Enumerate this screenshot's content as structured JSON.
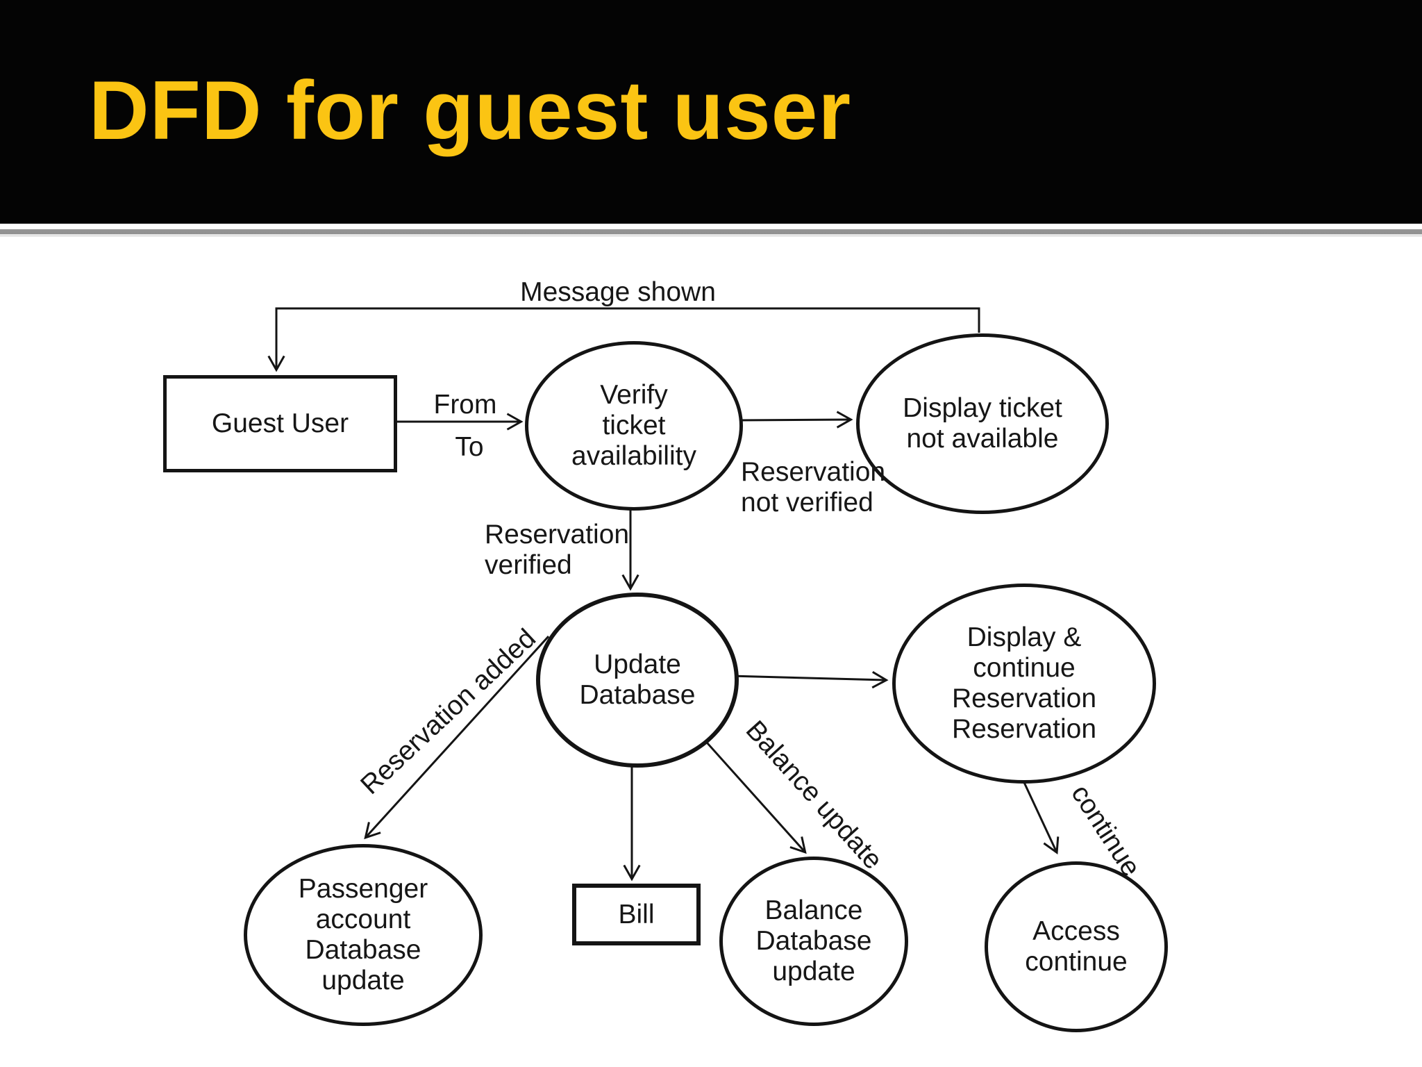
{
  "slide": {
    "title": "DFD for guest user"
  },
  "colors": {
    "banner_background": "#040404",
    "title_text": "#FBC413",
    "diagram_stroke": "#141414",
    "page_background": "#FFFFFF"
  },
  "nodes": {
    "guest_user": "Guest User",
    "verify_ticket": "Verify\nticket\navailability",
    "display_ticket_not_available": "Display ticket\nnot available",
    "update_database": "Update\nDatabase",
    "display_continue_reservation": "Display &\ncontinue\nReservation\nReservation",
    "passenger_account_database_update": "Passenger\naccount\nDatabase\nupdate",
    "bill": "Bill",
    "balance_database_update": "Balance\nDatabase\nupdate",
    "access_continue": "Access\ncontinue"
  },
  "edge_labels": {
    "message_shown": "Message shown",
    "from": "From",
    "to": "To",
    "reservation_not_verified": "Reservation\nnot verified",
    "reservation_verified": "Reservation\nverified",
    "reservation_added": "Reservation added",
    "balance_update": "Balance update",
    "continue": "continue"
  }
}
